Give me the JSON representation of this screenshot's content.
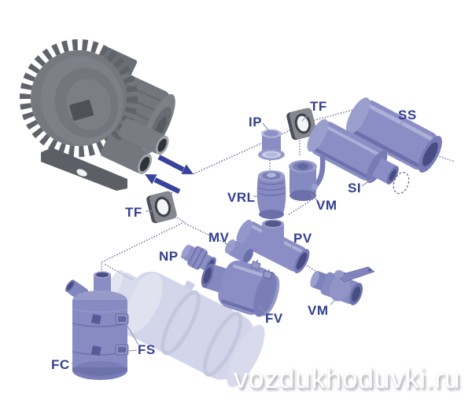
{
  "labels": {
    "tf_top": "TF",
    "ip": "IP",
    "ss": "SS",
    "si": "SI",
    "vrl": "VRL",
    "vm_top": "VM",
    "mv": "MV",
    "pv": "PV",
    "np": "NP",
    "fv": "FV",
    "vm_bottom": "VM",
    "tf_left": "TF",
    "fs": "FS",
    "fc": "FC"
  },
  "watermark": {
    "text": "vozdukhoduvki.ru"
  },
  "colors": {
    "background": "#ffffff",
    "label_text": "#333f90",
    "arrow": "#39429c",
    "part_base": "#8a8ec5",
    "part_light": "#b3b6da",
    "part_dark": "#62679f",
    "part_bore": "#474c83",
    "flange_gray": "#54575f",
    "blower_gray": "#73767c",
    "dotted_line": "#686da0"
  }
}
